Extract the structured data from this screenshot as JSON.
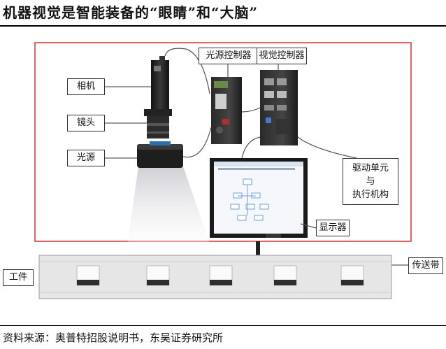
{
  "title": "机器视觉是智能装备的“眼睛”和“大脑”",
  "source": "资料来源：奥普特招股说明书，东吴证券研究所",
  "labels": {
    "camera": "相机",
    "lens": "镜头",
    "light": "光源",
    "light_controller": "光源控制器",
    "vision_controller": "视觉控制器",
    "drive_line1": "驱动单元",
    "drive_line2": "与",
    "drive_line3": "执行机构",
    "display": "显示器",
    "workpiece": "工件",
    "conveyor": "传送带"
  },
  "colors": {
    "frame": "#e03030",
    "conveyor": "#e6e6e6",
    "screen_bezel": "#1a1a1a"
  }
}
